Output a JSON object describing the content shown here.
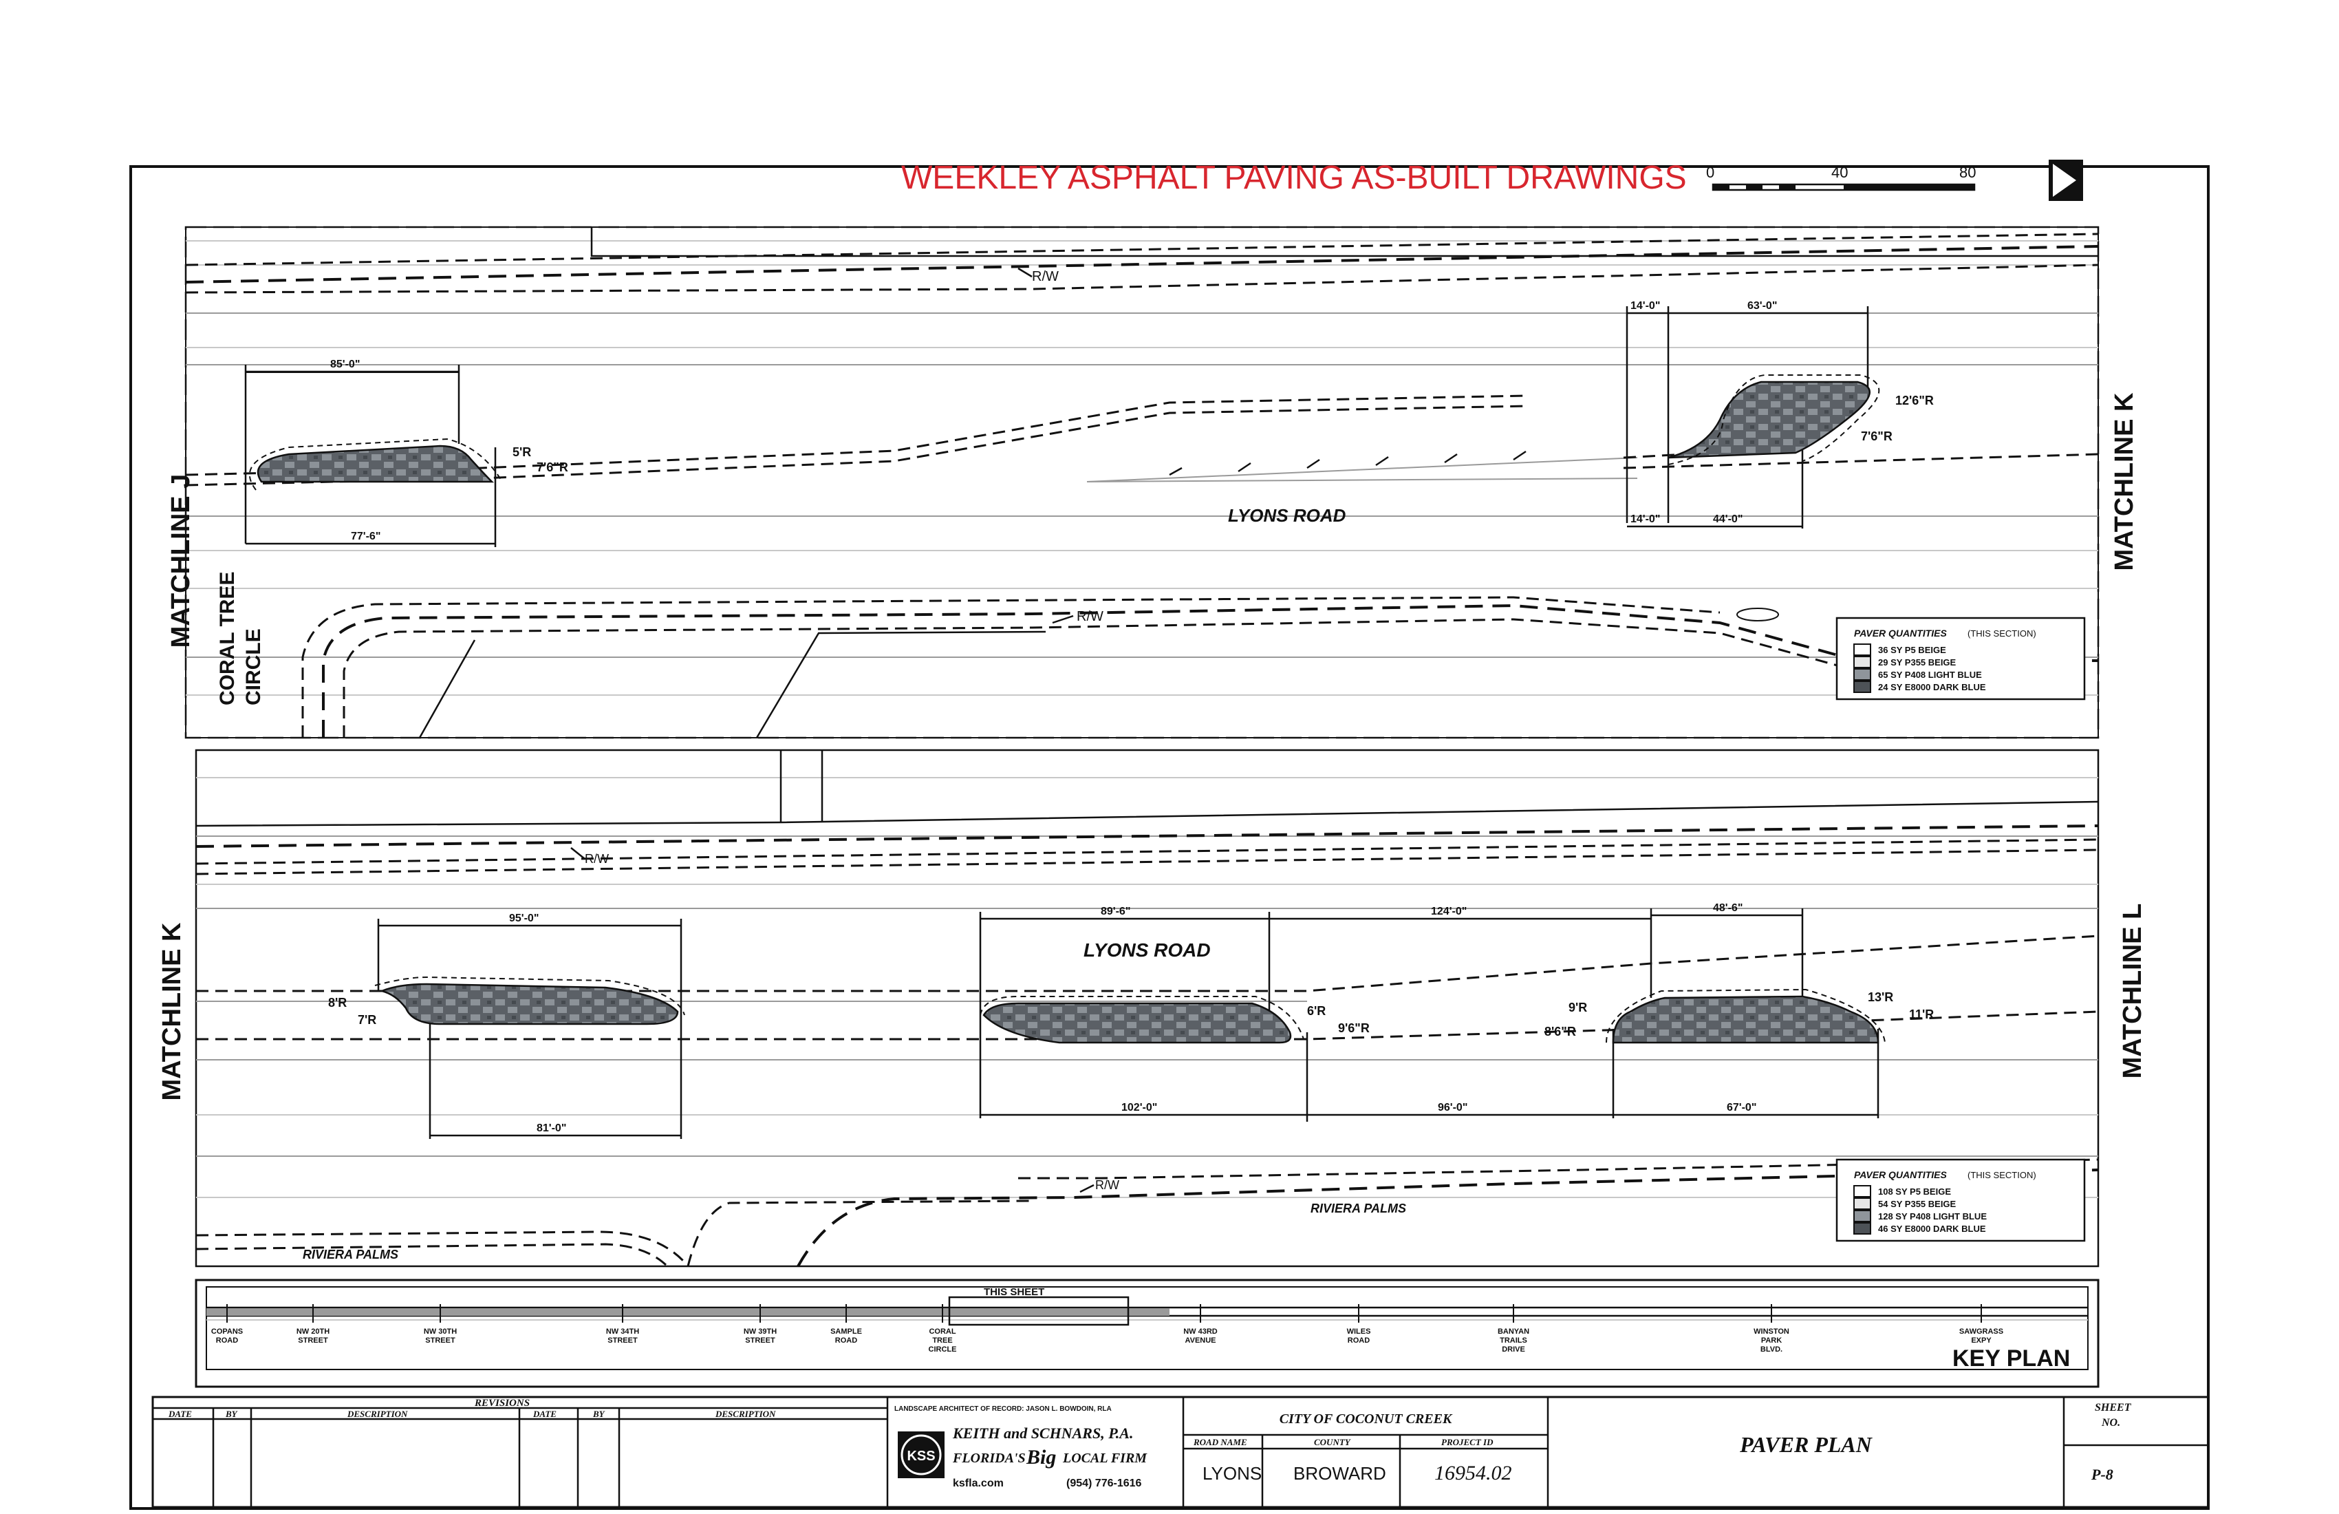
{
  "header": {
    "title": "WEEKLEY ASPHALT PAVING AS-BUILT DRAWINGS",
    "title_color": "#d8262e",
    "scale_labels": [
      "0",
      "40",
      "80"
    ]
  },
  "panel_top": {
    "matchline_left": "MATCHLINE J",
    "matchline_right": "MATCHLINE K",
    "road_name": "LYONS ROAD",
    "side_street": [
      "CORAL TREE",
      "CIRCLE"
    ],
    "rw": [
      "R/W",
      "R/W"
    ],
    "paver_left": {
      "dim_top": "85'-0\"",
      "dim_bottom": "77'-6\"",
      "radius_a": "5'R",
      "radius_b": "7'6\"R"
    },
    "paver_right": {
      "dim_top_a": "14'-0\"",
      "dim_top_b": "63'-0\"",
      "dim_bottom_a": "14'-0\"",
      "dim_bottom_b": "44'-0\"",
      "radius_a": "12'6\"R",
      "radius_b": "7'6\"R"
    },
    "quantities": {
      "title": "PAVER QUANTITIES",
      "subtitle": "(THIS SECTION)",
      "rows": [
        "36 SY  P5 BEIGE",
        "29 SY  P355 BEIGE",
        "65 SY  P408 LIGHT BLUE",
        "24 SY  E8000 DARK BLUE"
      ]
    }
  },
  "panel_bottom": {
    "matchline_left": "MATCHLINE K",
    "matchline_right": "MATCHLINE L",
    "road_name": "LYONS ROAD",
    "riviera_a": "RIVIERA PALMS",
    "riviera_b": "RIVIERA PALMS",
    "rw": [
      "R/W",
      "R/W"
    ],
    "paver_left": {
      "dim_top": "95'-0\"",
      "dim_bottom": "81'-0\"",
      "radius_a": "8'R",
      "radius_b": "7'R"
    },
    "paver_mid": {
      "dim_top": "89'-6\"",
      "dim_bottom": "102'-0\"",
      "radius_a": "6'R",
      "radius_b": "9'6\"R"
    },
    "gap": {
      "dim_top": "124'-0\"",
      "dim_bottom": "96'-0\""
    },
    "paver_right": {
      "dim_top": "48'-6\"",
      "dim_bottom": "67'-0\"",
      "radius_a": "9'R",
      "radius_b": "8'6\"R",
      "radius_c": "13'R",
      "radius_d": "11'R"
    },
    "quantities": {
      "title": "PAVER QUANTITIES",
      "subtitle": "(THIS SECTION)",
      "rows": [
        "108 SY  P5 BEIGE",
        "54 SY  P355 BEIGE",
        "128 SY  P408 LIGHT BLUE",
        "46 SY  E8000 DARK BLUE"
      ]
    }
  },
  "key_plan": {
    "title": "KEY PLAN",
    "this_sheet": "THIS SHEET",
    "streets": [
      [
        "COPANS",
        "ROAD"
      ],
      [
        "NW 20TH",
        "STREET"
      ],
      [
        "NW 30TH",
        "STREET"
      ],
      [
        "NW 34TH",
        "STREET"
      ],
      [
        "NW 39TH",
        "STREET"
      ],
      [
        "SAMPLE",
        "ROAD"
      ],
      [
        "CORAL",
        "TREE",
        "CIRCLE"
      ],
      [
        "NW 43RD",
        "AVENUE"
      ],
      [
        "WILES",
        "ROAD"
      ],
      [
        "BANYAN",
        "TRAILS",
        "DRIVE"
      ],
      [
        "WINSTON",
        "PARK",
        "BLVD."
      ],
      [
        "SAWGRASS",
        "EXPY"
      ]
    ]
  },
  "title_block": {
    "revisions": "REVISIONS",
    "col_date": "DATE",
    "col_by": "BY",
    "col_desc": "DESCRIPTION",
    "firm_note": "LANDSCAPE ARCHITECT OF RECORD: JASON L. BOWDOIN, RLA",
    "firm_name": "KEITH and SCHNARS, P.A.",
    "firm_tag_a": "FLORIDA'S",
    "firm_tag_big": "Big",
    "firm_tag_b": "LOCAL FIRM",
    "firm_web": "ksfla.com",
    "firm_phone": "(954) 776-1616",
    "logo_letters": "KSS",
    "client": "CITY OF COCONUT CREEK",
    "road_name_label": "ROAD NAME",
    "county_label": "COUNTY",
    "project_label": "PROJECT ID",
    "road_name": "LYONS",
    "county": "BROWARD",
    "project_id": "16954.02",
    "sheet_title": "PAVER PLAN",
    "sheet_label_a": "SHEET",
    "sheet_label_b": "NO.",
    "sheet_no": "P-8"
  }
}
